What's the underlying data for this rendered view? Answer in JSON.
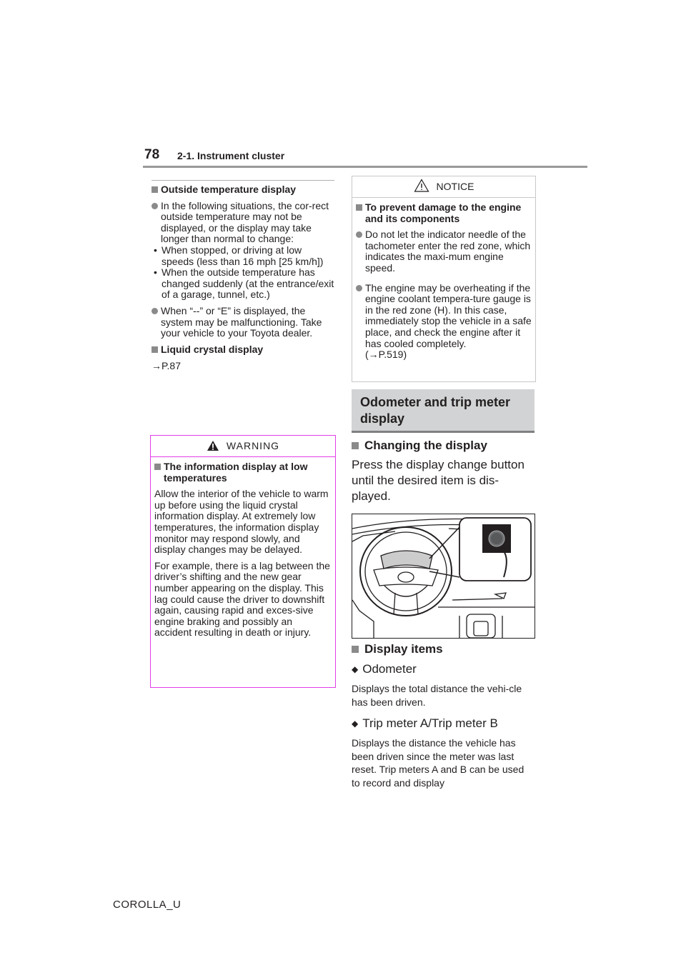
{
  "header": {
    "page_number": "78",
    "section": "2-1. Instrument cluster"
  },
  "left": {
    "outside_temp_heading": "Outside temperature display",
    "bullet1_text": "In the following situations, the cor-rect outside temperature may not be displayed, or the display may take longer than normal to change:",
    "sub1": "When stopped, or driving at low speeds (less than 16 mph [25 km/h])",
    "sub2": "When the outside temperature has changed suddenly (at the entrance/exit of a garage, tunnel, etc.)",
    "bullet2_text": "When “--” or “E” is displayed, the system may be malfunctioning. Take your vehicle to your Toyota dealer.",
    "lcd_heading": "Liquid crystal display",
    "lcd_ref": "→P.87"
  },
  "warning": {
    "title": "WARNING",
    "heading": "The information display at low temperatures",
    "para1": "Allow the interior of the vehicle to warm up before using the liquid crystal information display. At extremely low temperatures, the information display monitor may respond slowly, and display changes may be delayed.",
    "para2": "For example, there is a lag between the driver’s shifting and the new gear number appearing on the display. This lag could cause the driver to downshift again, causing rapid and exces-sive engine braking and possibly an accident resulting in death or injury."
  },
  "notice": {
    "title": "NOTICE",
    "heading": "To prevent damage to the engine and its components",
    "bullet1": "Do not let the indicator needle of the tachometer enter the red zone, which indicates the maxi-mum engine speed.",
    "bullet2": "The engine may be overheating if the engine coolant tempera-ture gauge is in the red zone (H). In this case, immediately stop the vehicle in a safe place, and check the engine after it has cooled completely.",
    "bullet2_ref": "(→P.519)"
  },
  "right": {
    "section_title": "Odometer and trip meter display",
    "changing_heading": "Changing the display",
    "changing_text": "Press the display change button until the desired item is dis-played.",
    "display_items_heading": "Display items",
    "odometer_label": "Odometer",
    "odometer_desc": "Displays the total distance the vehi-cle has been driven.",
    "trip_label": "Trip meter A/Trip meter B",
    "trip_desc": "Displays the distance the vehicle has been driven since the meter was last reset. Trip meters A and B can be used to record and display"
  },
  "footer": {
    "model": "COROLLA_U"
  },
  "colors": {
    "warning_border": "#e33ee9",
    "notice_border": "#c8c8c8",
    "title_bg": "#d1d3d4"
  }
}
